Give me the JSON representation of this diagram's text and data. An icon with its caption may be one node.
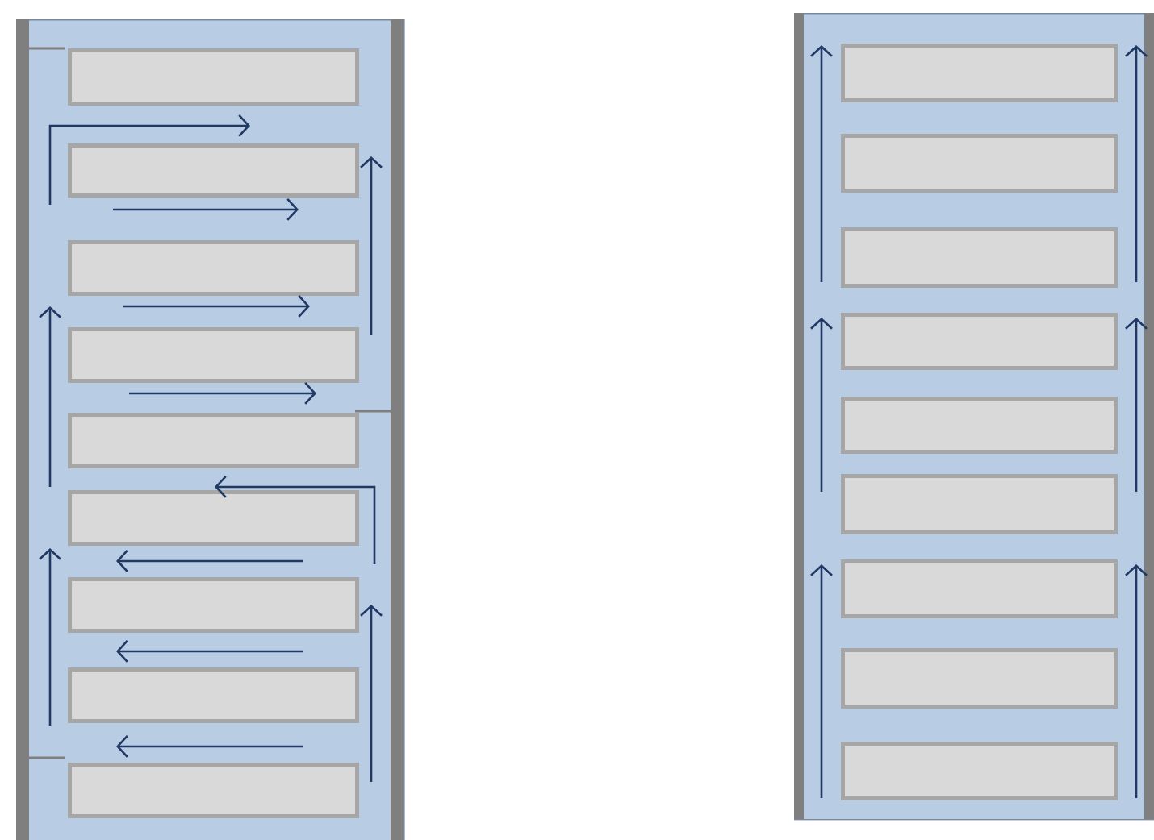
{
  "diagram": {
    "nodes": [
      {
        "text": [],
        "shape": "box"
      },
      {
        "text": [],
        "shape": "box",
        "in": 0
      },
      {
        "text": [],
        "shape": "box",
        "in": 0
      },
      {
        "text": [],
        "shape": "box",
        "in": 0
      },
      {
        "text": [],
        "shape": "box",
        "in": 0
      },
      {
        "text": [],
        "shape": "box",
        "in": 0
      },
      {
        "text": [],
        "shape": "box",
        "in": 0
      },
      {
        "text": [],
        "shape": "box",
        "in": 0
      },
      {
        "text": [],
        "shape": "box",
        "in": 0
      },
      {
        "text": [],
        "shape": "box",
        "in": 0
      },
      {
        "text": [],
        "shape": "box"
      },
      {
        "text": [],
        "shape": "box",
        "in": 10
      },
      {
        "text": [],
        "shape": "box",
        "in": 10
      },
      {
        "text": [],
        "shape": "box",
        "in": 10
      },
      {
        "text": [],
        "shape": "box",
        "in": 10
      },
      {
        "text": [],
        "shape": "box",
        "in": 10
      },
      {
        "text": [],
        "shape": "box",
        "in": 10
      },
      {
        "text": [],
        "shape": "box",
        "in": 10
      },
      {
        "text": [],
        "shape": "box",
        "in": 10
      },
      {
        "text": [],
        "shape": "box",
        "in": 10
      }
    ]
  }
}
